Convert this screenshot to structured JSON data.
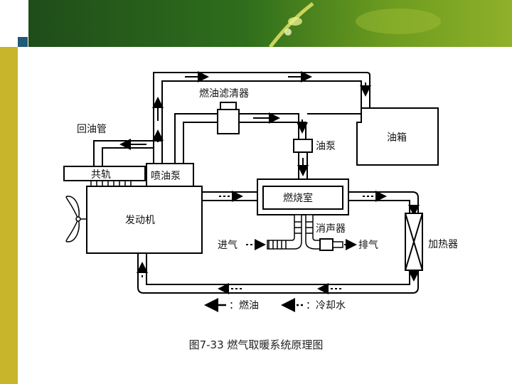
{
  "diagram": {
    "labels": {
      "fuel_filter": "燃油滤清器",
      "return_pipe": "回油管",
      "common_rail": "共轨",
      "injection_pump": "喷油泵",
      "fuel_pump": "油泵",
      "fuel_tank": "油箱",
      "combustion_chamber": "燃烧室",
      "engine": "发动机",
      "muffler": "消声器",
      "intake": "进气",
      "exhaust": "排气",
      "heater": "加热器"
    },
    "legend": {
      "fuel": "：燃油",
      "coolant": "：冷却水"
    }
  },
  "caption": "图7-33  燃气取暖系统原理图"
}
